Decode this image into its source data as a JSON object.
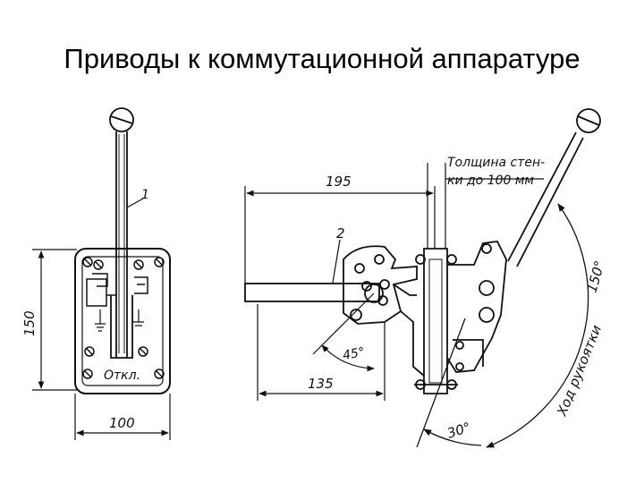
{
  "title": "Приводы к коммутационной аппаратуре",
  "drawing": {
    "left_view": {
      "label_item": "1",
      "label_height": "150",
      "label_width": "100",
      "label_off": "Откл."
    },
    "right_view": {
      "label_item": "2",
      "label_195": "195",
      "label_135": "135",
      "label_angle_45": "45°",
      "label_angle_30": "30°",
      "label_angle_150": "150°",
      "label_wall_line1": "Толщина стен-",
      "label_wall_line2": "ки до 100 мм",
      "label_handle_travel": "Ход рукоятки"
    }
  }
}
